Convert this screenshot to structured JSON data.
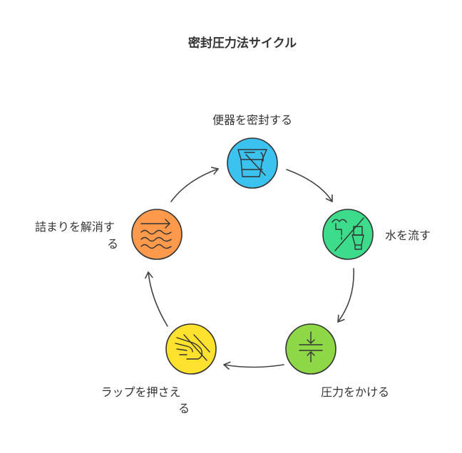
{
  "title": "密封圧力法サイクル",
  "steps": [
    {
      "label_lines": [
        "便器を密封する"
      ],
      "icon": "toilet-seal-icon",
      "color": "#3cc2ef"
    },
    {
      "label_lines": [
        "水を流す"
      ],
      "icon": "no-flush-icon",
      "color": "#3ddc8a"
    },
    {
      "label_lines": [
        "圧力をかける"
      ],
      "icon": "compress-icon",
      "color": "#8ed848"
    },
    {
      "label_lines": [
        "ラップを押さえ",
        "る"
      ],
      "icon": "hand-press-icon",
      "color": "#ffe22e"
    },
    {
      "label_lines": [
        "詰まりを解消す",
        "る"
      ],
      "icon": "water-flow-icon",
      "color": "#ff9a4c"
    }
  ]
}
